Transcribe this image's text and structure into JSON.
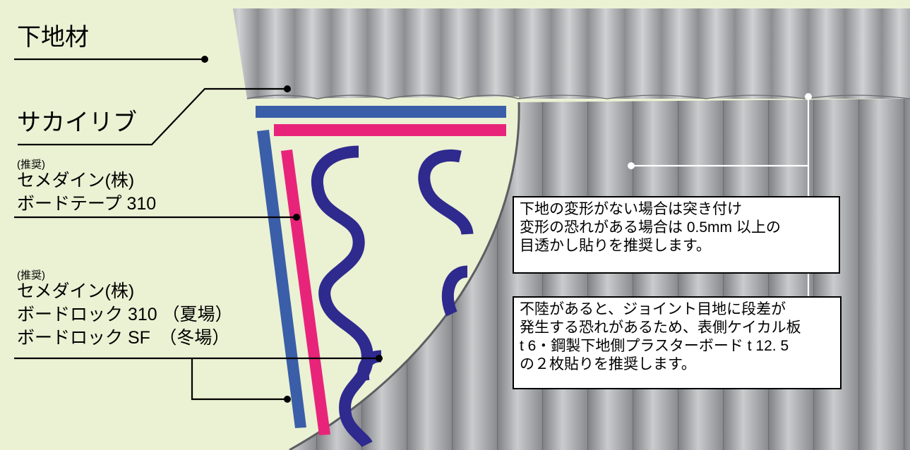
{
  "labels": {
    "base_material": "下地材",
    "sakai_rib": "サカイリブ",
    "rec1": "(推奨)",
    "tape_line1": "セメダイン(株)",
    "tape_line2": "ボードテープ 310",
    "rec2": "(推奨)",
    "lock_line1": "セメダイン(株)",
    "lock_line2": "ボードロック 310 （夏場）",
    "lock_line3": "ボードロック SF　（冬場）"
  },
  "notes": {
    "joint_line1": "下地の変形がない場合は突き付け",
    "joint_line2": "変形の恐れがある場合は 0.5mm 以上の",
    "joint_line3": "目透かし貼りを推奨します。",
    "uneven_line1": "不陸があると、ジョイント目地に段差が",
    "uneven_line2": "発生する恐れがあるため、表側ケイカル板",
    "uneven_line3": "t 6・鋼製下地側プラスターボード t 12. 5",
    "uneven_line4": "の２枚貼りを推奨します。"
  },
  "colors": {
    "background_area": "#ebf1d3",
    "panel_gray": "#9a9c9e",
    "tape_blue": "#3a5ea8",
    "tape_pink": "#e8247a",
    "adhesive_navy": "#2e2a8e",
    "leader_line": "#000000"
  }
}
